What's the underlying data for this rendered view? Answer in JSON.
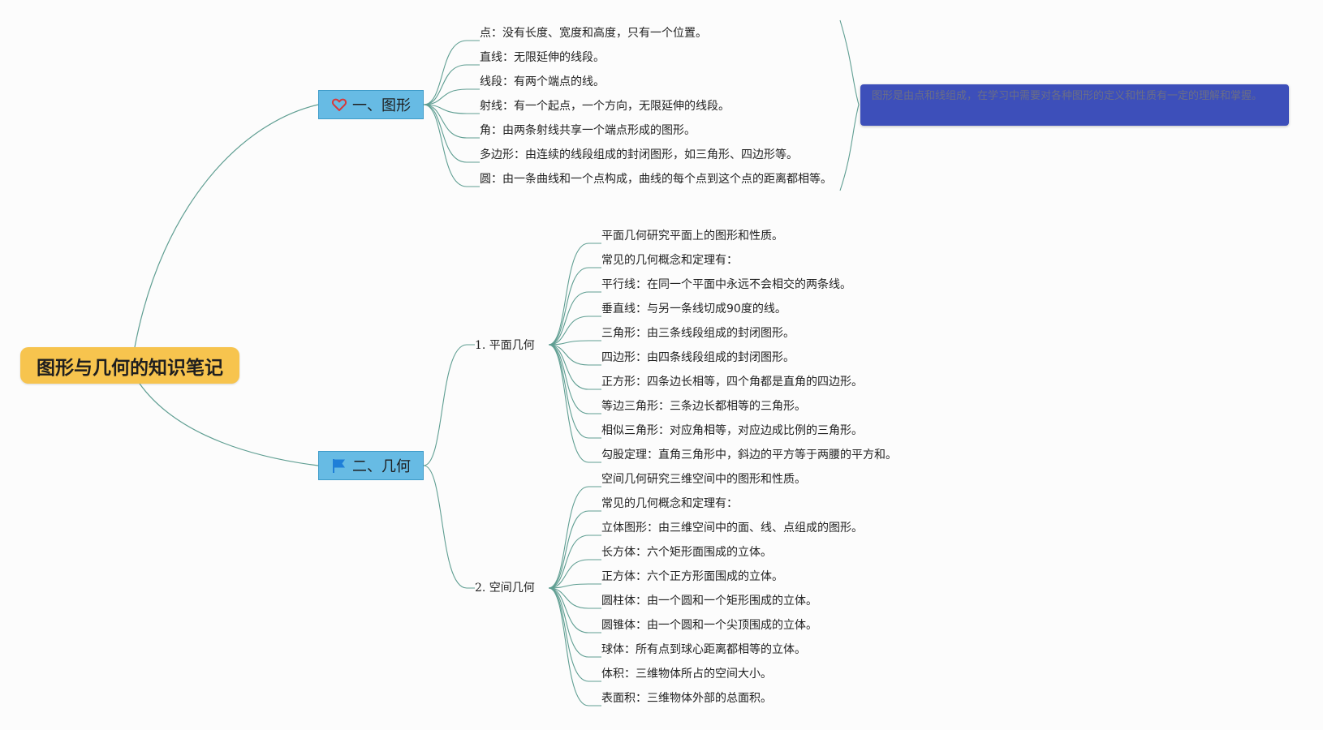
{
  "root": {
    "label": "图形与几何的知识笔记"
  },
  "branches": [
    {
      "label": "一、图形",
      "icon": "heart-icon",
      "leaves": [
        "点：没有长度、宽度和高度，只有一个位置。",
        "直线：无限延伸的线段。",
        "线段：有两个端点的线。",
        "射线：有一个起点，一个方向，无限延伸的线段。",
        "角：由两条射线共享一个端点形成的图形。",
        "多边形：由连续的线段组成的封闭图形，如三角形、四边形等。",
        "圆：由一条曲线和一个点构成，曲线的每个点到这个点的距离都相等。"
      ]
    },
    {
      "label": "二、几何",
      "icon": "flag-icon",
      "subtopics": [
        {
          "label": "1. 平面几何",
          "leaves": [
            "平面几何研究平面上的图形和性质。",
            "常见的几何概念和定理有：",
            "平行线：在同一个平面中永远不会相交的两条线。",
            "垂直线：与另一条线切成90度的线。",
            "三角形：由三条线段组成的封闭图形。",
            "四边形：由四条线段组成的封闭图形。",
            "正方形：四条边长相等，四个角都是直角的四边形。",
            "等边三角形：三条边长都相等的三角形。",
            "相似三角形：对应角相等，对应边成比例的三角形。",
            "勾股定理：直角三角形中，斜边的平方等于两腰的平方和。"
          ]
        },
        {
          "label": "2. 空间几何",
          "leaves": [
            "空间几何研究三维空间中的图形和性质。",
            "常见的几何概念和定理有：",
            "立体图形：由三维空间中的面、线、点组成的图形。",
            "长方体：六个矩形面围成的立体。",
            "正方体：六个正方形面围成的立体。",
            "圆柱体：由一个圆和一个矩形围成的立体。",
            "圆锥体：由一个圆和一个尖顶围成的立体。",
            "球体：所有点到球心距离都相等的立体。",
            "体积：三维物体所占的空间大小。",
            "表面积：三维物体外部的总面积。"
          ]
        }
      ]
    }
  ],
  "summary": {
    "text": "图形是由点和线组成，在学习中需要对各种图形的定义和性质有一定的理解和掌握。"
  },
  "colors": {
    "root": "#f7c44e",
    "topic": "#67bbe4",
    "summary": "#3d4fba",
    "line": "#5f9e92",
    "heart": "#d9383a",
    "flag": "#1f7fd8"
  }
}
